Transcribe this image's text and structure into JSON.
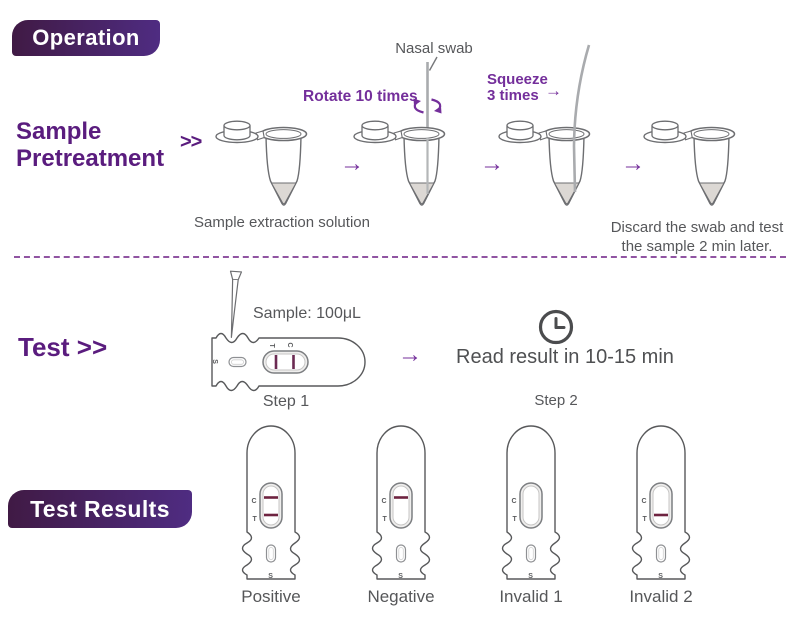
{
  "symbols": {
    "arrow": "→",
    "chevrons": ">>"
  },
  "operation": {
    "badge": "Operation"
  },
  "pretreatment": {
    "title_line1": "Sample",
    "title_line2": "Pretreatment",
    "nasal_swab": "Nasal swab",
    "rotate": "Rotate 10 times",
    "squeeze_line1": "Squeeze",
    "squeeze_line2": "3 times",
    "extraction_caption": "Sample extraction solution",
    "discard_line1": "Discard the swab and test",
    "discard_line2": "the sample 2 min later."
  },
  "test": {
    "title": "Test >>",
    "sample_volume": "Sample: 100μL",
    "step1": "Step 1",
    "step2": "Step 2",
    "read_result": "Read result in 10-15 min"
  },
  "results_section": {
    "badge": "Test Results",
    "markers": {
      "c": "C",
      "t": "T",
      "s": "S"
    },
    "results": [
      {
        "label": "Positive",
        "lines": [
          "C",
          "T"
        ]
      },
      {
        "label": "Negative",
        "lines": [
          "C"
        ]
      },
      {
        "label": "Invalid 1",
        "lines": []
      },
      {
        "label": "Invalid 2",
        "lines": [
          "T"
        ]
      }
    ]
  },
  "colors": {
    "heading_purple": "#5a1c7e",
    "annotation_purple": "#742f9b",
    "badge_gradient_start": "#401a44",
    "badge_gradient_end": "#4f2c82",
    "test_line": "#6e2340",
    "grey_text": "#56575a",
    "outline_grey": "#6d6e71"
  }
}
